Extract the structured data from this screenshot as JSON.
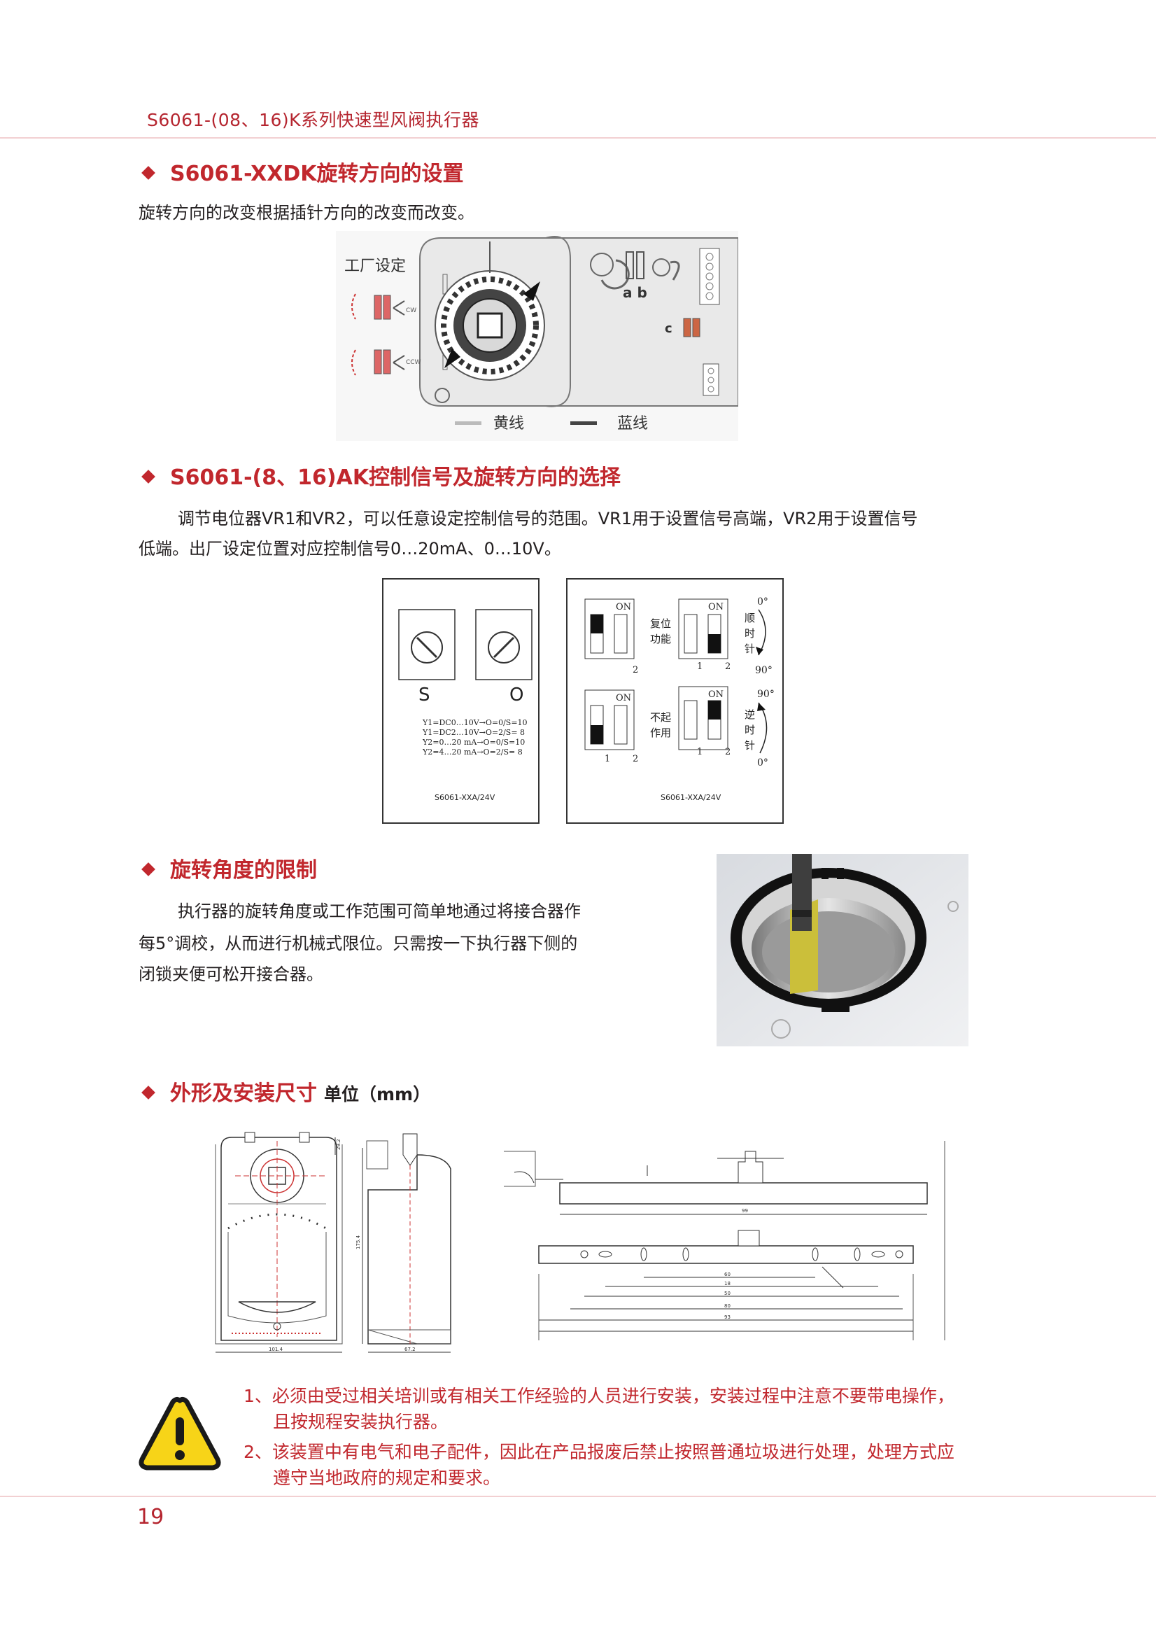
{
  "header": {
    "title": "S6061-(08、16)K系列快速型风阀执行器"
  },
  "sections": {
    "s1": {
      "title": "S6061-XXDK旋转方向的设置",
      "text": "旋转方向的改变根据插针方向的改变而改变。",
      "figure": {
        "factory_label": "工厂设定",
        "cw": "CW",
        "ccw": "CCW",
        "ab": "a b",
        "c": "c",
        "yellow_wire": "黄线",
        "blue_wire": "蓝线"
      }
    },
    "s2": {
      "title": "S6061-(8、16)AK控制信号及旋转方向的选择",
      "para_line1": "调节电位器VR1和VR2，可以任意设定控制信号的范围。VR1用于设置信号高端，VR2用于设置信号",
      "para_line2": "低端。出厂设定位置对应控制信号0…20mA、0…10V。",
      "figure": {
        "s_label": "S",
        "o_label": "O",
        "spec_lines": [
          "Y1=DC0…10V→O=0/S=10",
          "Y1=DC2…10V→O=2/S= 8",
          "Y2=0…20 mA→O=0/S=10",
          "Y2=4…20 mA→O=2/S= 8"
        ],
        "model": "S6061-XXA/24V",
        "on": "ON",
        "num1": "1",
        "num2": "2",
        "reset": [
          "复位",
          "功能"
        ],
        "no_effect": [
          "不起",
          "作用"
        ],
        "cw": [
          "顺",
          "时",
          "针"
        ],
        "ccw": [
          "逆",
          "时",
          "针"
        ],
        "deg0": "0°",
        "deg90": "90°"
      }
    },
    "s3": {
      "title": "旋转角度的限制",
      "lines": [
        "执行器的旋转角度或工作范围可简单地通过将接合器作",
        "每5°调校，从而进行机械式限位。只需按一下执行器下侧的",
        "闭锁夹便可松开接合器。"
      ]
    },
    "s4": {
      "title": "外形及安装尺寸",
      "unit": "单位（mm）",
      "dims": {
        "d1": "29.2",
        "d2": "175.4",
        "d3": "101.4",
        "d4": "67.2",
        "d5": "99",
        "d6": "60",
        "d7": "18",
        "d8": "50",
        "d9": "80",
        "d10": "93"
      }
    }
  },
  "warnings": {
    "w1_line1": "1、必须由受过相关培训或有相关工作经验的人员进行安装，安装过程中注意不要带电操作，",
    "w1_line2": "且按规程安装执行器。",
    "w2_line1": "2、该装置中有电气和电子配件，因此在产品报废后禁止按照普通垃圾进行处理，处理方式应",
    "w2_line2": "遵守当地政府的规定和要求。"
  },
  "page_number": "19",
  "colors": {
    "accent": "#c1272d",
    "warning_yellow": "#f7d418"
  }
}
